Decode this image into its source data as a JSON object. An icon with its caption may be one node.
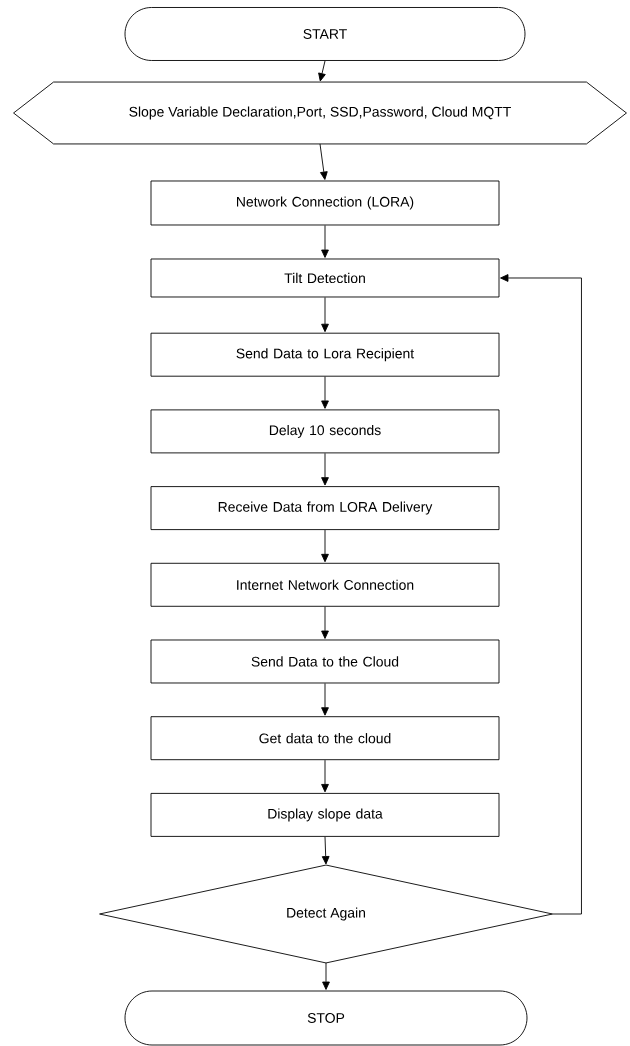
{
  "diagram": {
    "nodes": [
      {
        "text": [
          "START"
        ]
      },
      {
        "text": [
          "Slope Variable Declaration,Port, SSD,Password, Cloud  MQTT"
        ]
      },
      {
        "text": [
          "Network Connection (LORA)"
        ]
      },
      {
        "text": [
          "Tilt Detection"
        ]
      },
      {
        "text": [
          "Send Data to Lora Recipient"
        ]
      },
      {
        "text": [
          "Delay 10 seconds"
        ]
      },
      {
        "text": [
          "Receive Data from LORA Delivery"
        ]
      },
      {
        "text": [
          "Internet Network Connection"
        ]
      },
      {
        "text": [
          "Send Data to the Cloud"
        ]
      },
      {
        "text": [
          "Get data to the cloud"
        ]
      },
      {
        "text": [
          "Display slope data"
        ]
      },
      {
        "text": [
          "Detect Again"
        ]
      },
      {
        "text": [
          "STOP"
        ]
      }
    ],
    "edges": [
      {
        "from": 0,
        "to": 1,
        "arrow": "to"
      },
      {
        "from": 1,
        "to": 2,
        "arrow": "to"
      },
      {
        "from": 2,
        "to": 3,
        "arrow": "to"
      },
      {
        "from": 3,
        "to": 4,
        "arrow": "to"
      },
      {
        "from": 4,
        "to": 5,
        "arrow": "to"
      },
      {
        "from": 5,
        "to": 6,
        "arrow": "to"
      },
      {
        "from": 6,
        "to": 7,
        "arrow": "to"
      },
      {
        "from": 7,
        "to": 8,
        "arrow": "to"
      },
      {
        "from": 8,
        "to": 9,
        "arrow": "to"
      },
      {
        "from": 9,
        "to": 10,
        "arrow": "to"
      },
      {
        "from": 10,
        "to": 11,
        "arrow": "to"
      },
      {
        "from": 11,
        "to": 12,
        "arrow": "to"
      },
      {
        "from": 11,
        "to": 3,
        "arrow": "to"
      }
    ]
  }
}
